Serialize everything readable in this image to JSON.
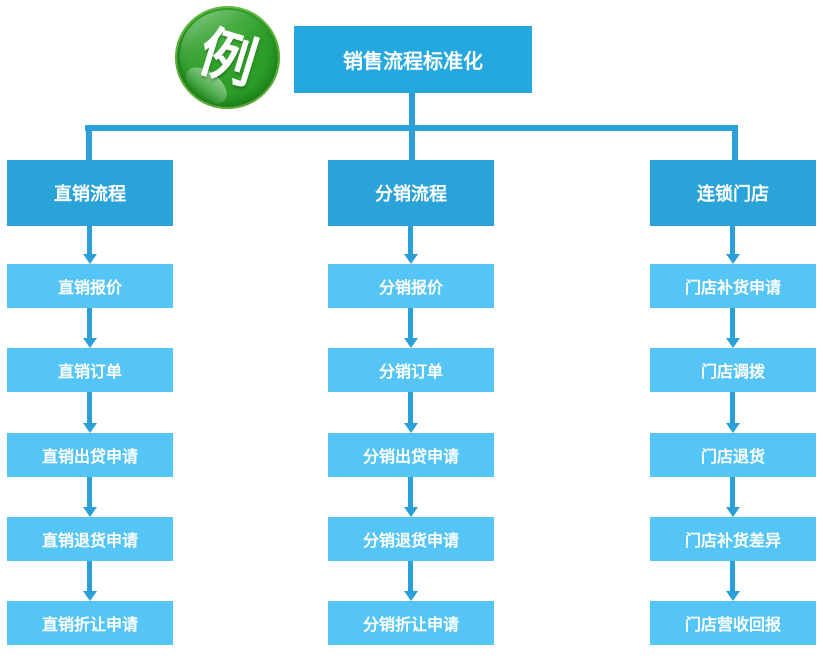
{
  "badge": {
    "label": "例"
  },
  "root": {
    "title": "销售流程标准化"
  },
  "columns": [
    {
      "header": "直销流程",
      "items": [
        "直销报价",
        "直销订单",
        "直销出贷申请",
        "直销退货申请",
        "直销折让申请"
      ]
    },
    {
      "header": "分销流程",
      "items": [
        "分销报价",
        "分销订单",
        "分销出贷申请",
        "分销退货申请",
        "分销折让申请"
      ]
    },
    {
      "header": "连锁门店",
      "items": [
        "门店补货申请",
        "门店调拨",
        "门店退货",
        "门店补货差异",
        "门店营收回报"
      ]
    }
  ],
  "colors": {
    "root_box": "#25a7e0",
    "branch_box": "#2aa3d9",
    "item_box": "#55c5f6",
    "connector": "#2b9fd8",
    "badge_green": "#2b9b27",
    "text": "#ffffff"
  }
}
